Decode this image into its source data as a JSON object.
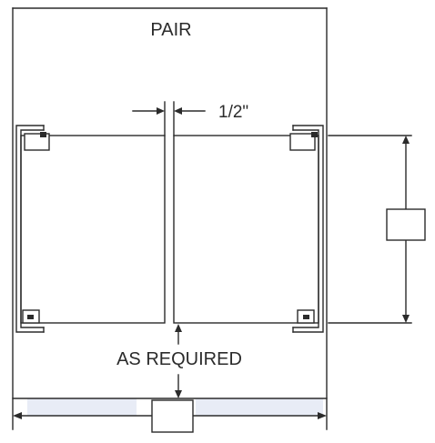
{
  "labels": {
    "title": "PAIR",
    "gap": "1/2\"",
    "bottom": "AS REQUIRED"
  },
  "colors": {
    "line": "#2b2b2b",
    "highlight": "#e8ecf6",
    "box_fill": "#ffffff"
  }
}
